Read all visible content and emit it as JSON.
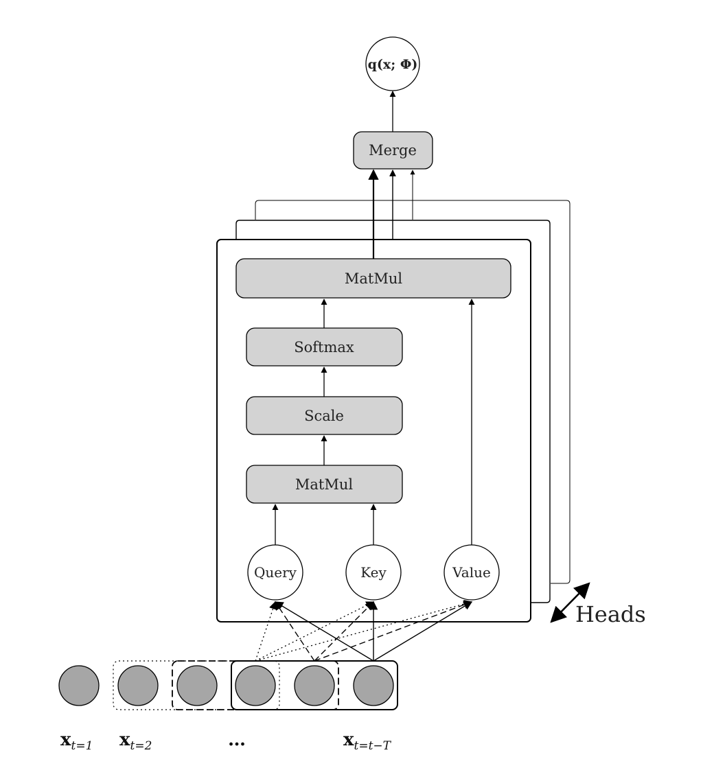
{
  "output": {
    "label": "q(x; Φ)"
  },
  "merge": {
    "label": "Merge"
  },
  "attention_head": {
    "matmul_top": "MatMul",
    "softmax": "Softmax",
    "scale": "Scale",
    "matmul_bottom": "MatMul",
    "query": "Query",
    "key": "Key",
    "value": "Value"
  },
  "heads": {
    "label": "Heads"
  },
  "inputs": {
    "x1": {
      "base": "x",
      "sub": "t=1"
    },
    "x2": {
      "base": "x",
      "sub": "t=2"
    },
    "ellipsis": "…",
    "xT": {
      "base": "x",
      "sub": "t=t−T"
    }
  },
  "colors": {
    "box_fill": "#d3d3d3",
    "input_node_fill": "#a6a6a6",
    "stroke": "#000000"
  }
}
